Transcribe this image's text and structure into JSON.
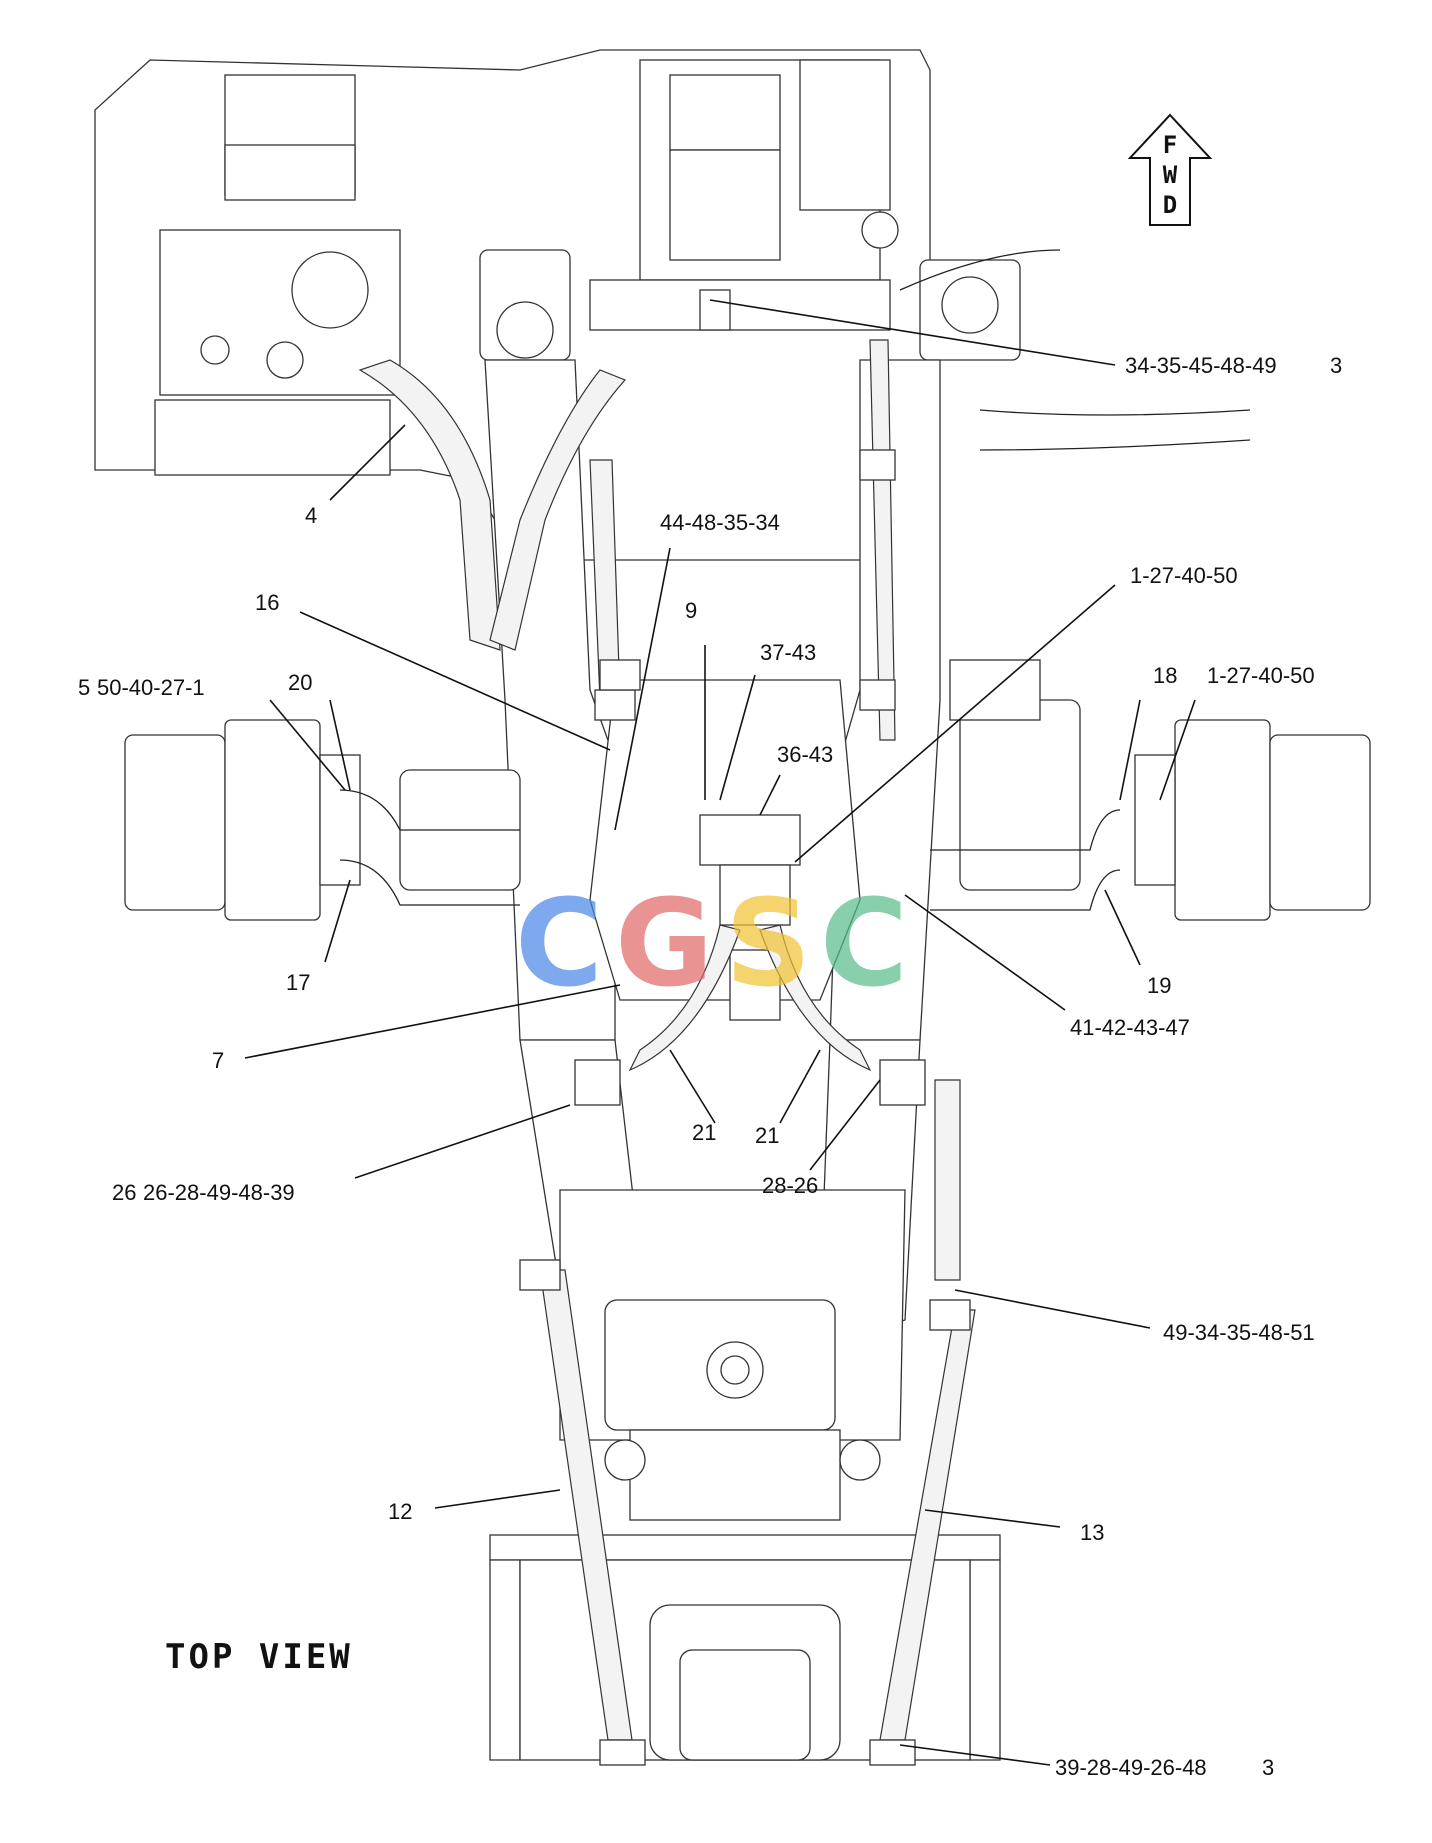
{
  "view_title": "TOP VIEW",
  "direction_marker": {
    "letters": [
      "F",
      "W",
      "D"
    ]
  },
  "watermark": {
    "letters": [
      "C",
      "G",
      "S",
      "C"
    ],
    "colors": [
      "#4a86e8",
      "#e06666",
      "#f1c232",
      "#57bb8a"
    ]
  },
  "callouts": {
    "c1": "34-35-45-48-49",
    "c2": "4",
    "c3": "44-48-35-34",
    "c4": "1-27-40-50",
    "c5": "16",
    "c6": "9",
    "c7": "37-43",
    "c8": "50-40-27-1",
    "c9": "20",
    "c10": "18",
    "c11": "1-27-40-50",
    "c12": "36-43",
    "c13": "17",
    "c14": "19",
    "c15": "41-42-43-47",
    "c16": "7",
    "c17": "21",
    "c18": "21",
    "c19": "26-28-49-48-39",
    "c20": "28-26",
    "c21": "49-34-35-48-51",
    "c22": "12",
    "c23": "13",
    "c24": "39-28-49-26-48"
  },
  "edge_fragments": {
    "f1": "3",
    "f2": "5",
    "f3": "26",
    "f4": "3"
  }
}
